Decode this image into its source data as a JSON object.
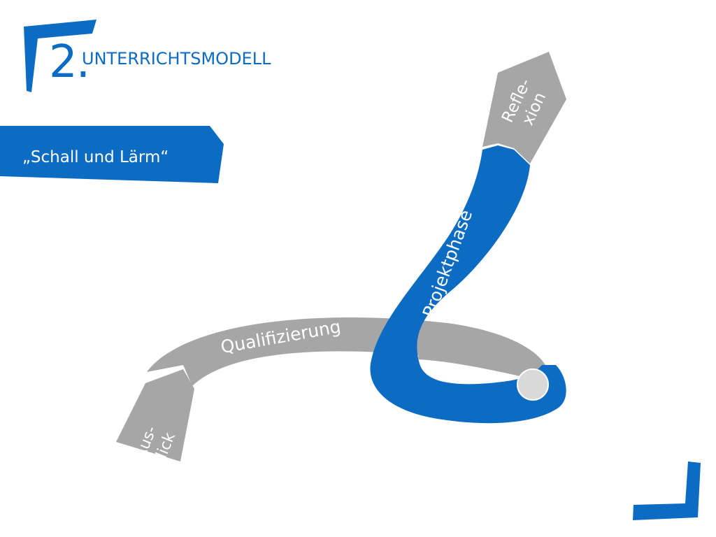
{
  "header": {
    "number": "2.",
    "title": "UNTERRICHTSMODELL"
  },
  "banner": {
    "text": "„Schall und Lärm“"
  },
  "diagram": {
    "stages": [
      {
        "id": "ausblick",
        "lines": [
          "Aus-",
          "blick"
        ]
      },
      {
        "id": "qualifizierung",
        "lines": [
          "Qualifizierung"
        ]
      },
      {
        "id": "projektphase",
        "lines": [
          "Projektphase"
        ]
      },
      {
        "id": "reflexion",
        "lines": [
          "Refle-",
          "xion"
        ]
      }
    ]
  },
  "colors": {
    "primary": "#0c6cc3",
    "grey": "#a6a6a6",
    "white": "#ffffff",
    "knob": "#d9d9d9"
  }
}
